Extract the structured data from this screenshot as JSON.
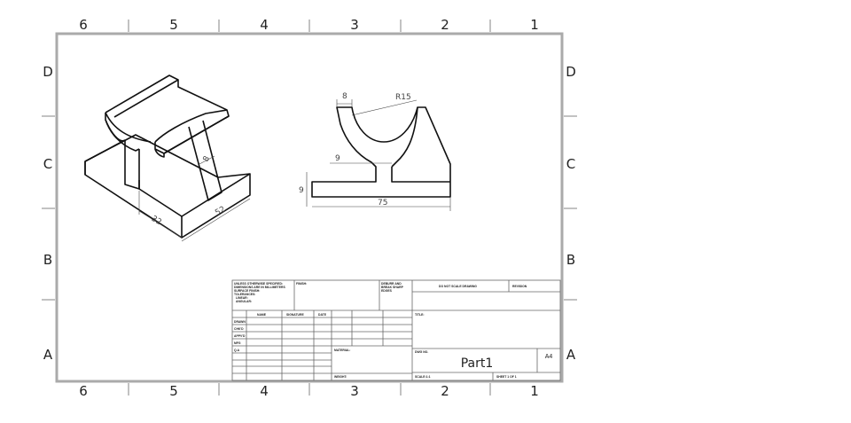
{
  "zones": {
    "columns": [
      "6",
      "5",
      "4",
      "3",
      "2",
      "1"
    ],
    "rows": [
      "D",
      "C",
      "B",
      "A"
    ]
  },
  "dimensions": {
    "top_width": "8",
    "radius": "R15",
    "neck_width": "9",
    "base_height": "9",
    "base_length": "75",
    "iso_rib": "8",
    "iso_depth": "32",
    "iso_length": "52"
  },
  "title_block": {
    "notes": [
      "UNLESS OTHERWISE SPECIFIED:",
      "DIMENSIONS ARE IN MILLIMETERS",
      "SURFACE FINISH:",
      "TOLERANCES:",
      "LINEAR:",
      "ANGULAR:"
    ],
    "finish": "FINISH:",
    "deburr": [
      "DEBURR AND",
      "BREAK SHARP",
      "EDGES"
    ],
    "do_not_scale": "DO NOT SCALE DRAWING",
    "revision": "REVISION",
    "col_name": "NAME",
    "col_signature": "SIGNATURE",
    "col_date": "DATE",
    "row_labels": [
      "DRAWN",
      "CHK'D",
      "APPV'D",
      "MFG",
      "Q.A"
    ],
    "title_label": "TITLE:",
    "material_label": "MATERIAL:",
    "weight_label": "WEIGHT:",
    "dwg_no_label": "DWG NO.",
    "part_name": "Part1",
    "sheet_size": "A4",
    "scale_label": "SCALE:1:1",
    "sheet_label": "SHEET 1 OF 1"
  }
}
